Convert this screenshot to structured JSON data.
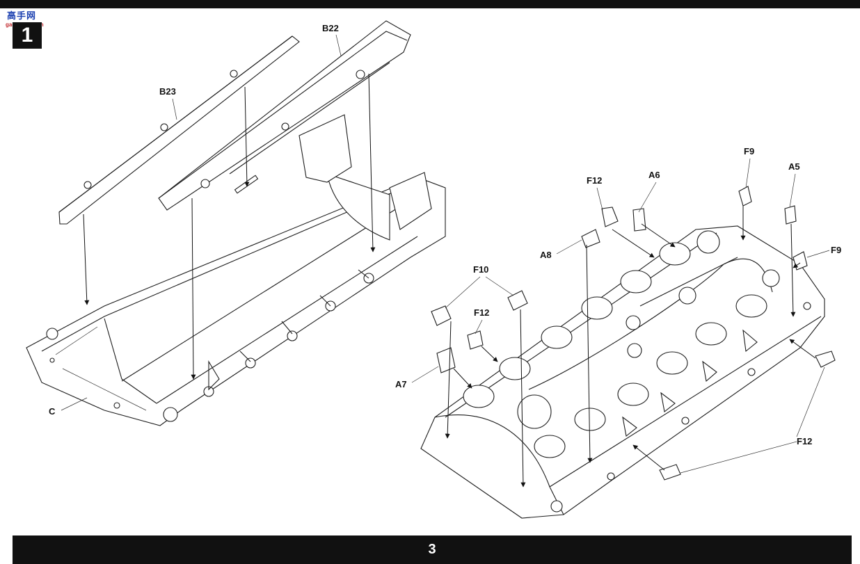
{
  "watermark": {
    "text": "高手网",
    "url": "gao-shou.com"
  },
  "step": {
    "number": "1"
  },
  "footer": {
    "page_number": "3"
  },
  "part_labels": {
    "b22": "B22",
    "b23": "B23",
    "c": "C",
    "f12_top": "F12",
    "a6": "A6",
    "f9_top": "F9",
    "a5": "A5",
    "f9_right": "F9",
    "a8": "A8",
    "f10": "F10",
    "f12_mid": "F12",
    "a7": "A7",
    "f12_bottom": "F12"
  }
}
